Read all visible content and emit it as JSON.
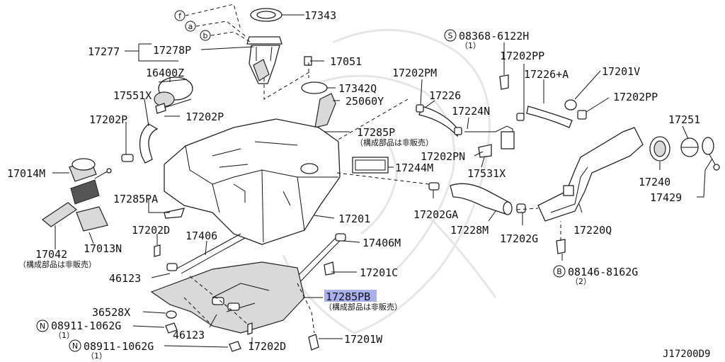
{
  "diagram": {
    "drawing_code": "J17200D9",
    "labels": {
      "p17343": "17343",
      "p17277": "17277",
      "p17278P": "17278P",
      "p17051": "17051",
      "p16400Z": "16400Z",
      "p17342Q": "17342Q",
      "p17551X": "17551X",
      "p25060Y": "25060Y",
      "p17202P_left": "17202P",
      "p17202P_mid": "17202P",
      "p17285P": "17285P",
      "p17285P_note": "（構成部品は非販売）",
      "p17014M": "17014M",
      "p17244M": "17244M",
      "p17285PA": "17285PA",
      "p17201": "17201",
      "p17202D_top": "17202D",
      "p17406": "17406",
      "p17406M": "17406M",
      "p17042": "17042",
      "p17042_note": "（構成部品は非販売）",
      "p17013N": "17013N",
      "p46123_top": "46123",
      "p17201C": "17201C",
      "p17285PB": "17285PB",
      "p17285PB_note": "（構成部品は非販売）",
      "p36528X": "36528X",
      "bolt1_code": "08911-1062G",
      "bolt1_qty": "（1）",
      "p46123_bot": "46123",
      "p17201W": "17201W",
      "bolt2_code": "08911-1062G",
      "bolt2_qty": "（1）",
      "p17202D_bot": "17202D",
      "screw_code": "08368-6122H",
      "screw_qty": "（1）",
      "p17202PP_top": "17202PP",
      "p17202PM": "17202PM",
      "p17226": "17226",
      "p17226A": "17226+A",
      "p17201V": "17201V",
      "p17202PP_right": "17202PP",
      "p17224N": "17224N",
      "p17202PN": "17202PN",
      "p17531X": "17531X",
      "p17251": "17251",
      "p17240": "17240",
      "p17429": "17429",
      "p17202GA": "17202GA",
      "p17228M": "17228M",
      "p17202G": "17202G",
      "p17220Q": "17220Q",
      "bolt3_code": "08146-8162G",
      "bolt3_qty": "（2）"
    },
    "markers": {
      "f": "f",
      "a": "a",
      "b": "b",
      "N": "N",
      "S": "S",
      "B": "B"
    },
    "colors": {
      "highlight": "#aab0ee",
      "line": "#111111"
    }
  }
}
